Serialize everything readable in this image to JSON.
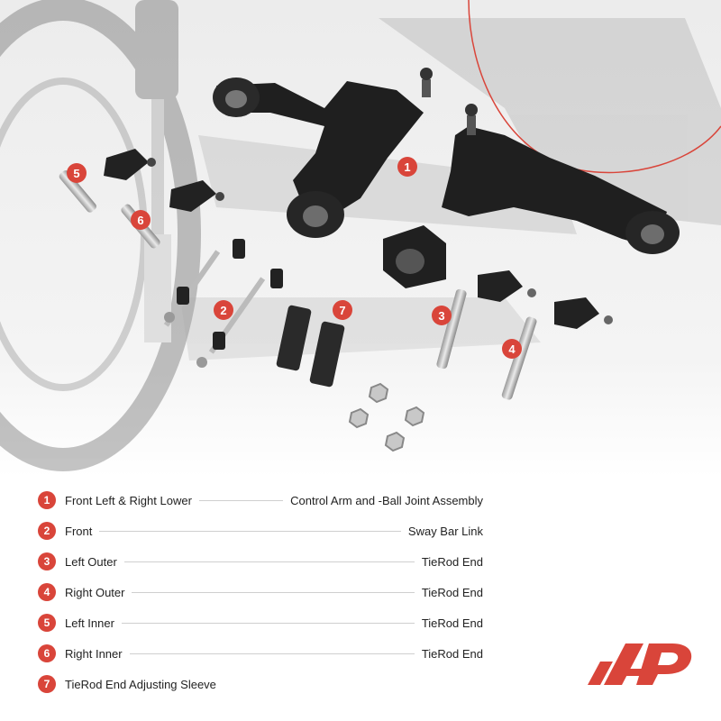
{
  "callouts": [
    {
      "label": "1"
    },
    {
      "label": "2"
    },
    {
      "label": "3"
    },
    {
      "label": "4"
    },
    {
      "label": "5"
    },
    {
      "label": "6"
    },
    {
      "label": "7"
    }
  ],
  "legend": [
    {
      "num": "1",
      "left": "Front Left  & Right Lower",
      "right": "Control Arm and -Ball Joint Assembly"
    },
    {
      "num": "2",
      "left": "Front",
      "right": "Sway Bar Link"
    },
    {
      "num": "3",
      "left": "Left Outer",
      "right": "TieRod End"
    },
    {
      "num": "4",
      "left": "Right  Outer",
      "right": "TieRod End"
    },
    {
      "num": "5",
      "left": "Left Inner",
      "right": "TieRod End"
    },
    {
      "num": "6",
      "left": "Right Inner",
      "right": "TieRod End"
    },
    {
      "num": "7",
      "left": "TieRod End Adjusting Sleeve",
      "right": ""
    }
  ],
  "colors": {
    "accent": "#d9453a",
    "text": "#222222",
    "rule": "#cfcfcf"
  },
  "logo": {
    "icon": "brand-logo-icon"
  }
}
